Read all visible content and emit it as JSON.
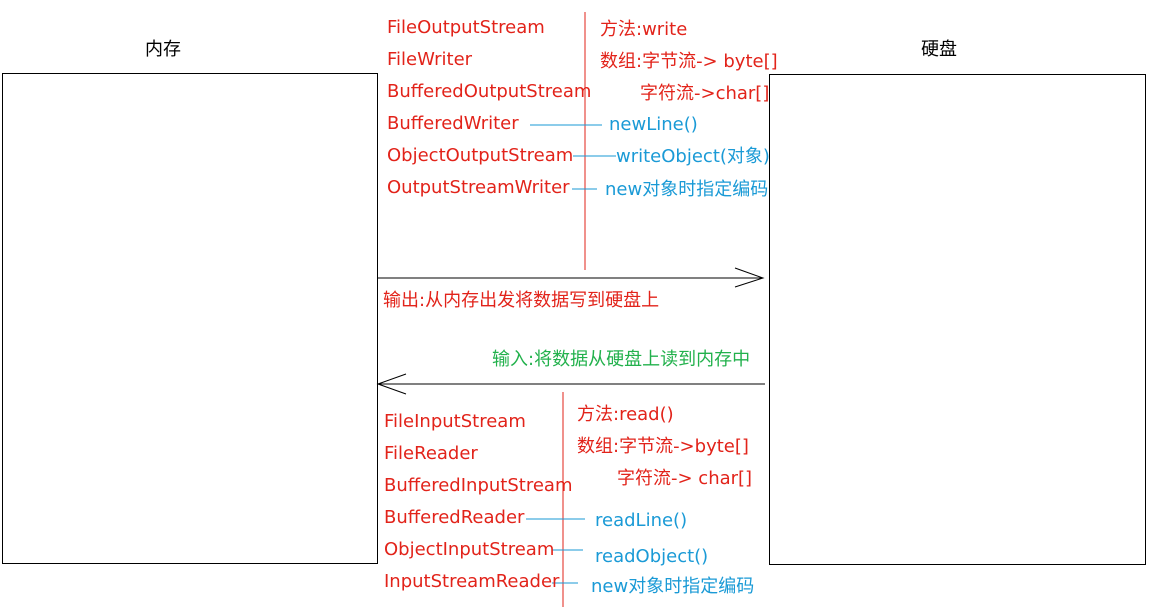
{
  "memory": {
    "title": "内存"
  },
  "disk": {
    "title": "硬盘"
  },
  "output": {
    "classes": [
      "FileOutputStream",
      "FileWriter",
      "BufferedOutputStream",
      "BufferedWriter",
      "ObjectOutputStream",
      "OutputStreamWriter"
    ],
    "method": "方法:write",
    "array_bytes": "数组:字节流-> byte[]",
    "array_chars": "字符流->char[]",
    "newline": "newLine()",
    "write_object": "writeObject(对象)",
    "encoding": "new对象时指定编码",
    "description": "输出:从内存出发将数据写到硬盘上"
  },
  "input": {
    "description": "输入:将数据从硬盘上读到内存中",
    "classes": [
      "FileInputStream",
      "FileReader",
      "BufferedInputStream",
      "BufferedReader",
      "ObjectInputStream",
      "InputStreamReader"
    ],
    "method": "方法:read()",
    "array_bytes": "数组:字节流->byte[]",
    "array_chars": "字符流-> char[]",
    "readline": "readLine()",
    "read_object": "readObject()",
    "encoding": "new对象时指定编码"
  },
  "colors": {
    "red": "#e2231a",
    "blue": "#1a9ad6",
    "green": "#22b14c",
    "black": "#000000"
  }
}
